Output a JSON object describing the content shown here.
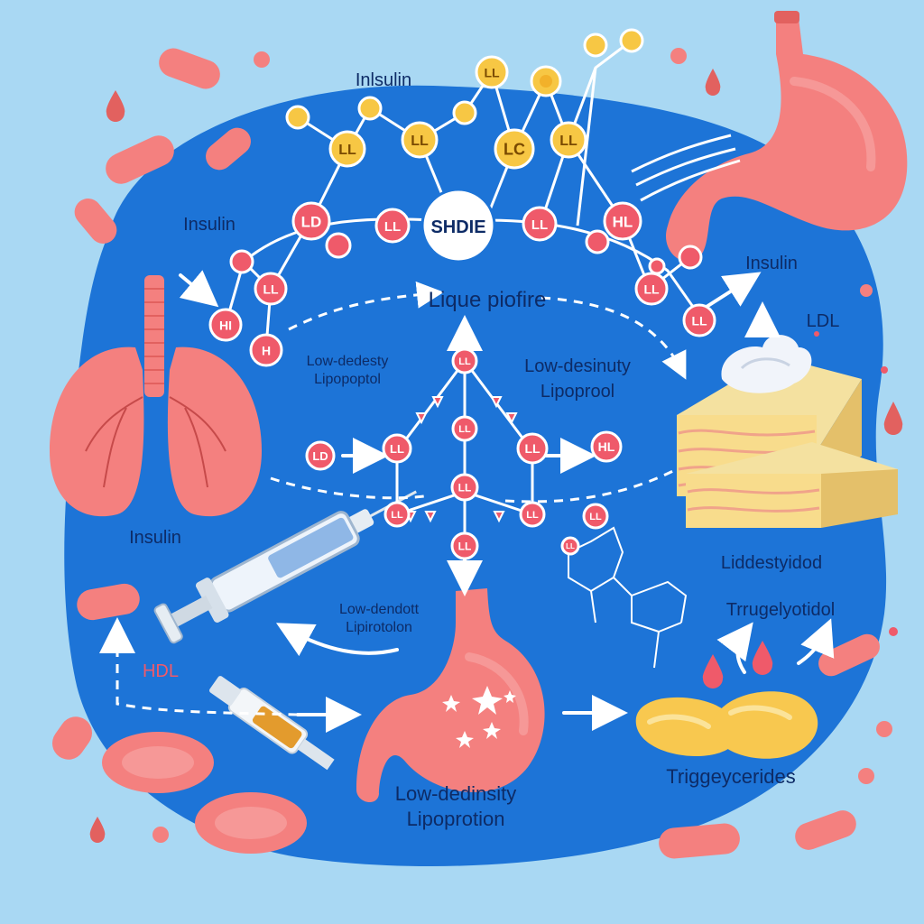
{
  "colors": {
    "background": "#a9d8f3",
    "blob": "#1d74d7",
    "organ": "#f4807f",
    "organ_dark": "#e2615f",
    "node_red": "#ef5a6a",
    "node_yellow": "#f7c744",
    "fat": "#f8dc8c",
    "label": "#0d2b66"
  },
  "center_node": "SHDIE",
  "labels": {
    "insulin_top": "Inlsulin",
    "insulin_left": "Insulin",
    "insulin_right": "Insulin",
    "insulin_lower_left": "Insulin",
    "ldl_right": "LDL",
    "lique_piofire": "Lique piofire",
    "low_dedesty_l1": "Low-dedesty",
    "low_dedesty_l2": "Lipopoptol",
    "low_desinuty_l1": "Low-desinuty",
    "low_desinuty_l2": "Lipoprool",
    "low_dendott_l1": "Low-dendott",
    "low_dendott_l2": "Lipirotolon",
    "hdl_left": "HDL",
    "liddestyidod": "Liddestyidod",
    "trrugelyotidol": "Trrugelyotidol",
    "low_dedinsity_l1": "Low-dedinsity",
    "low_dedinsity_l2": "Lipoprotion",
    "triggeycerides": "Triggeycerides"
  },
  "nodes": {
    "top": [
      "LL",
      "LL",
      "LL",
      "LC",
      "LL"
    ],
    "arc": [
      "LD",
      "LL",
      "LL",
      "HL",
      "HI",
      "LL",
      "H",
      "LL",
      "LL"
    ],
    "center": [
      "LD",
      "LL",
      "LL",
      "HL",
      "LL",
      "LL",
      "LL",
      "LL",
      "LL",
      "LL"
    ],
    "molecule": [
      "LL",
      "LL"
    ]
  }
}
